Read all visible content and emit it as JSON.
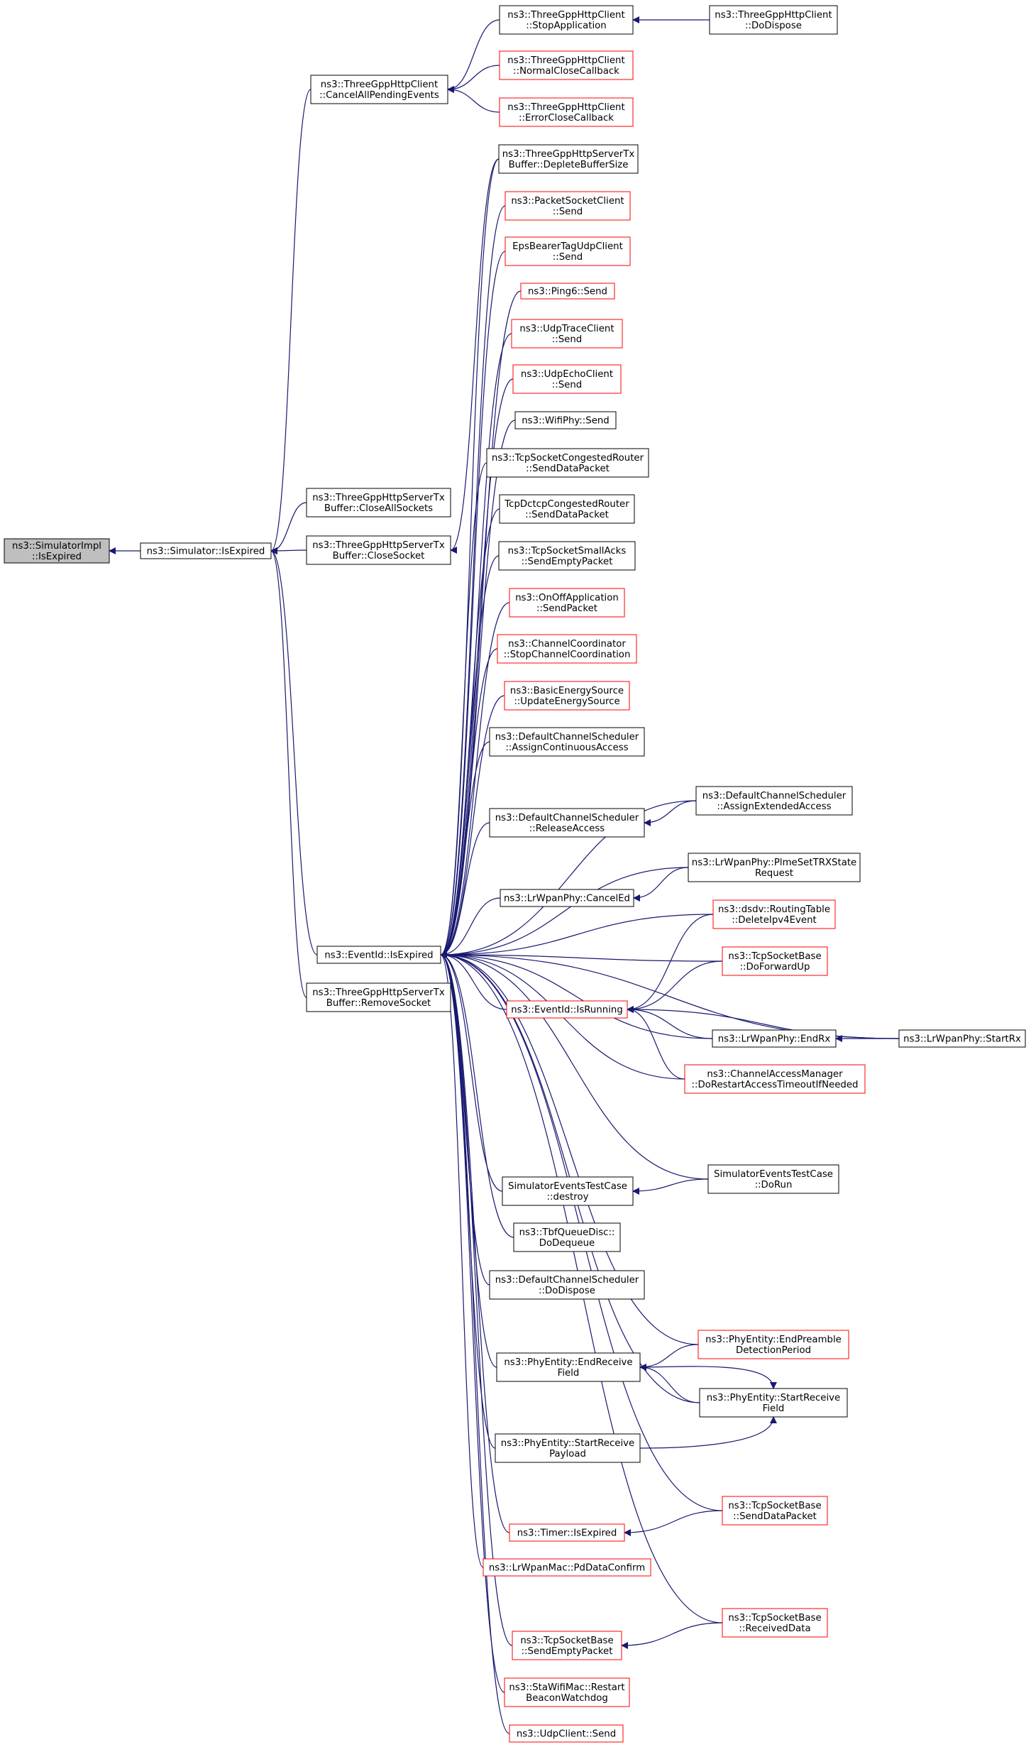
{
  "colors": {
    "edge": "#191970",
    "border_normal": "#000000",
    "border_truncated": "#ff0000",
    "root_fill": "#bfbfbf",
    "node_fill": "#ffffff"
  },
  "nodes": [
    {
      "id": "simimpl_isexpired",
      "lines": [
        "ns3::SimulatorImpl",
        "::IsExpired"
      ],
      "style": "root"
    },
    {
      "id": "simulator_isexpired",
      "lines": [
        "ns3::Simulator::IsExpired"
      ],
      "style": "normal"
    },
    {
      "id": "http_cancelall",
      "lines": [
        "ns3::ThreeGppHttpClient",
        "::CancelAllPendingEvents"
      ],
      "style": "normal"
    },
    {
      "id": "http_stopapp",
      "lines": [
        "ns3::ThreeGppHttpClient",
        "::StopApplication"
      ],
      "style": "normal"
    },
    {
      "id": "http_dodispose",
      "lines": [
        "ns3::ThreeGppHttpClient",
        "::DoDispose"
      ],
      "style": "normal"
    },
    {
      "id": "http_normalclose",
      "lines": [
        "ns3::ThreeGppHttpClient",
        "::NormalCloseCallback"
      ],
      "style": "truncated"
    },
    {
      "id": "http_errorclose",
      "lines": [
        "ns3::ThreeGppHttpClient",
        "::ErrorCloseCallback"
      ],
      "style": "truncated"
    },
    {
      "id": "srvtx_deplete",
      "lines": [
        "ns3::ThreeGppHttpServerTx",
        "Buffer::DepleteBufferSize"
      ],
      "style": "normal"
    },
    {
      "id": "pktsock_send",
      "lines": [
        "ns3::PacketSocketClient",
        "::Send"
      ],
      "style": "truncated"
    },
    {
      "id": "epsbearer_send",
      "lines": [
        "EpsBearerTagUdpClient",
        "::Send"
      ],
      "style": "truncated"
    },
    {
      "id": "ping6_send",
      "lines": [
        "ns3::Ping6::Send"
      ],
      "style": "truncated"
    },
    {
      "id": "udptrace_send",
      "lines": [
        "ns3::UdpTraceClient",
        "::Send"
      ],
      "style": "truncated"
    },
    {
      "id": "udpecho_send",
      "lines": [
        "ns3::UdpEchoClient",
        "::Send"
      ],
      "style": "truncated"
    },
    {
      "id": "wifiphy_send",
      "lines": [
        "ns3::WifiPhy::Send"
      ],
      "style": "normal"
    },
    {
      "id": "tcpcongested_senddata",
      "lines": [
        "ns3::TcpSocketCongestedRouter",
        "::SendDataPacket"
      ],
      "style": "normal"
    },
    {
      "id": "tcpdctcp_senddata",
      "lines": [
        "TcpDctcpCongestedRouter",
        "::SendDataPacket"
      ],
      "style": "normal"
    },
    {
      "id": "tcpsmallacks",
      "lines": [
        "ns3::TcpSocketSmallAcks",
        "::SendEmptyPacket"
      ],
      "style": "normal"
    },
    {
      "id": "onoff_sendpacket",
      "lines": [
        "ns3::OnOffApplication",
        "::SendPacket"
      ],
      "style": "truncated"
    },
    {
      "id": "chancoord_stop",
      "lines": [
        "ns3::ChannelCoordinator",
        "::StopChannelCoordination"
      ],
      "style": "truncated"
    },
    {
      "id": "basicenergy_update",
      "lines": [
        "ns3::BasicEnergySource",
        "::UpdateEnergySource"
      ],
      "style": "truncated"
    },
    {
      "id": "dcs_assigncontinuous",
      "lines": [
        "ns3::DefaultChannelScheduler",
        "::AssignContinuousAccess"
      ],
      "style": "normal"
    },
    {
      "id": "dcs_release",
      "lines": [
        "ns3::DefaultChannelScheduler",
        "::ReleaseAccess"
      ],
      "style": "normal"
    },
    {
      "id": "dcs_assignextended",
      "lines": [
        "ns3::DefaultChannelScheduler",
        "::AssignExtendedAccess"
      ],
      "style": "normal"
    },
    {
      "id": "lrwpan_canceled",
      "lines": [
        "ns3::LrWpanPhy::CancelEd"
      ],
      "style": "normal"
    },
    {
      "id": "lrwpan_plmeset",
      "lines": [
        "ns3::LrWpanPhy::PlmeSetTRXState",
        "Request"
      ],
      "style": "normal"
    },
    {
      "id": "srvtx_closeall",
      "lines": [
        "ns3::ThreeGppHttpServerTx",
        "Buffer::CloseAllSockets"
      ],
      "style": "normal"
    },
    {
      "id": "srvtx_closesocket",
      "lines": [
        "ns3::ThreeGppHttpServerTx",
        "Buffer::CloseSocket"
      ],
      "style": "normal"
    },
    {
      "id": "eventid_isexpired",
      "lines": [
        "ns3::EventId::IsExpired"
      ],
      "style": "normal"
    },
    {
      "id": "srvtx_removesocket",
      "lines": [
        "ns3::ThreeGppHttpServerTx",
        "Buffer::RemoveSocket"
      ],
      "style": "normal"
    },
    {
      "id": "dsdv_deleteipv4",
      "lines": [
        "ns3::dsdv::RoutingTable",
        "::DeleteIpv4Event"
      ],
      "style": "truncated"
    },
    {
      "id": "tcpbase_doforwardup",
      "lines": [
        "ns3::TcpSocketBase",
        "::DoForwardUp"
      ],
      "style": "truncated"
    },
    {
      "id": "eventid_isrunning",
      "lines": [
        "ns3::EventId::IsRunning"
      ],
      "style": "truncated"
    },
    {
      "id": "lrwpan_endrx",
      "lines": [
        "ns3::LrWpanPhy::EndRx"
      ],
      "style": "normal"
    },
    {
      "id": "lrwpan_startrx",
      "lines": [
        "ns3::LrWpanPhy::StartRx"
      ],
      "style": "normal"
    },
    {
      "id": "cam_dorestart",
      "lines": [
        "ns3::ChannelAccessManager",
        "::DoRestartAccessTimeoutIfNeeded"
      ],
      "style": "truncated"
    },
    {
      "id": "simtest_destroy",
      "lines": [
        "SimulatorEventsTestCase",
        "::destroy"
      ],
      "style": "normal"
    },
    {
      "id": "simtest_dorun",
      "lines": [
        "SimulatorEventsTestCase",
        "::DoRun"
      ],
      "style": "normal"
    },
    {
      "id": "tbf_dodequeue",
      "lines": [
        "ns3::TbfQueueDisc::",
        "DoDequeue"
      ],
      "style": "normal"
    },
    {
      "id": "dcs_dodispose",
      "lines": [
        "ns3::DefaultChannelScheduler",
        "::DoDispose"
      ],
      "style": "normal"
    },
    {
      "id": "phy_endpreamble",
      "lines": [
        "ns3::PhyEntity::EndPreamble",
        "DetectionPeriod"
      ],
      "style": "truncated"
    },
    {
      "id": "phy_endreceivefield",
      "lines": [
        "ns3::PhyEntity::EndReceive",
        "Field"
      ],
      "style": "normal"
    },
    {
      "id": "phy_startreceivefield",
      "lines": [
        "ns3::PhyEntity::StartReceive",
        "Field"
      ],
      "style": "normal"
    },
    {
      "id": "phy_startreceivepayload",
      "lines": [
        "ns3::PhyEntity::StartReceive",
        "Payload"
      ],
      "style": "normal"
    },
    {
      "id": "tcpbase_senddata",
      "lines": [
        "ns3::TcpSocketBase",
        "::SendDataPacket"
      ],
      "style": "truncated"
    },
    {
      "id": "timer_isexpired",
      "lines": [
        "ns3::Timer::IsExpired"
      ],
      "style": "truncated"
    },
    {
      "id": "lrwpanmac_pddata",
      "lines": [
        "ns3::LrWpanMac::PdDataConfirm"
      ],
      "style": "truncated"
    },
    {
      "id": "tcpbase_receiveddata",
      "lines": [
        "ns3::TcpSocketBase",
        "::ReceivedData"
      ],
      "style": "truncated"
    },
    {
      "id": "tcpbase_sendempty",
      "lines": [
        "ns3::TcpSocketBase",
        "::SendEmptyPacket"
      ],
      "style": "truncated"
    },
    {
      "id": "stawifi_restart",
      "lines": [
        "ns3::StaWifiMac::Restart",
        "BeaconWatchdog"
      ],
      "style": "truncated"
    },
    {
      "id": "udpclient_send",
      "lines": [
        "ns3::UdpClient::Send"
      ],
      "style": "truncated"
    }
  ],
  "edges": [
    [
      "simulator_isexpired",
      "simimpl_isexpired"
    ],
    [
      "http_cancelall",
      "simulator_isexpired"
    ],
    [
      "srvtx_closeall",
      "simulator_isexpired"
    ],
    [
      "srvtx_closesocket",
      "simulator_isexpired"
    ],
    [
      "eventid_isexpired",
      "simulator_isexpired"
    ],
    [
      "srvtx_removesocket",
      "simulator_isexpired"
    ],
    [
      "http_stopapp",
      "http_cancelall"
    ],
    [
      "http_normalclose",
      "http_cancelall"
    ],
    [
      "http_errorclose",
      "http_cancelall"
    ],
    [
      "http_dodispose",
      "http_stopapp"
    ],
    [
      "srvtx_deplete",
      "srvtx_closesocket"
    ],
    [
      "srvtx_deplete",
      "eventid_isexpired"
    ],
    [
      "pktsock_send",
      "eventid_isexpired"
    ],
    [
      "epsbearer_send",
      "eventid_isexpired"
    ],
    [
      "ping6_send",
      "eventid_isexpired"
    ],
    [
      "udptrace_send",
      "eventid_isexpired"
    ],
    [
      "udpecho_send",
      "eventid_isexpired"
    ],
    [
      "wifiphy_send",
      "eventid_isexpired"
    ],
    [
      "tcpcongested_senddata",
      "eventid_isexpired"
    ],
    [
      "tcpdctcp_senddata",
      "eventid_isexpired"
    ],
    [
      "tcpsmallacks",
      "eventid_isexpired"
    ],
    [
      "onoff_sendpacket",
      "eventid_isexpired"
    ],
    [
      "chancoord_stop",
      "eventid_isexpired"
    ],
    [
      "basicenergy_update",
      "eventid_isexpired"
    ],
    [
      "dcs_assigncontinuous",
      "eventid_isexpired"
    ],
    [
      "dcs_release",
      "eventid_isexpired"
    ],
    [
      "dcs_assignextended",
      "eventid_isexpired"
    ],
    [
      "dcs_assignextended",
      "dcs_release"
    ],
    [
      "lrwpan_canceled",
      "eventid_isexpired"
    ],
    [
      "lrwpan_plmeset",
      "eventid_isexpired"
    ],
    [
      "lrwpan_plmeset",
      "lrwpan_canceled"
    ],
    [
      "dsdv_deleteipv4",
      "eventid_isexpired"
    ],
    [
      "tcpbase_doforwardup",
      "eventid_isexpired"
    ],
    [
      "eventid_isrunning",
      "eventid_isexpired"
    ],
    [
      "dsdv_deleteipv4",
      "eventid_isrunning"
    ],
    [
      "tcpbase_doforwardup",
      "eventid_isrunning"
    ],
    [
      "lrwpan_endrx",
      "eventid_isrunning"
    ],
    [
      "lrwpan_startrx",
      "eventid_isrunning"
    ],
    [
      "cam_dorestart",
      "eventid_isrunning"
    ],
    [
      "lrwpan_endrx",
      "eventid_isexpired"
    ],
    [
      "lrwpan_startrx",
      "lrwpan_endrx"
    ],
    [
      "cam_dorestart",
      "eventid_isexpired"
    ],
    [
      "lrwpan_startrx",
      "eventid_isexpired"
    ],
    [
      "simtest_destroy",
      "eventid_isexpired"
    ],
    [
      "simtest_dorun",
      "eventid_isexpired"
    ],
    [
      "simtest_dorun",
      "simtest_destroy"
    ],
    [
      "tbf_dodequeue",
      "eventid_isexpired"
    ],
    [
      "dcs_dodispose",
      "eventid_isexpired"
    ],
    [
      "phy_endpreamble",
      "eventid_isexpired"
    ],
    [
      "phy_endpreamble",
      "phy_endreceivefield"
    ],
    [
      "phy_endreceivefield",
      "eventid_isexpired"
    ],
    [
      "phy_startreceivefield",
      "phy_endreceivefield"
    ],
    [
      "phy_endreceivefield",
      "phy_startreceivefield"
    ],
    [
      "phy_startreceivefield",
      "eventid_isexpired"
    ],
    [
      "phy_startreceivepayload",
      "eventid_isexpired"
    ],
    [
      "phy_startreceivepayload",
      "phy_startreceivefield"
    ],
    [
      "tcpbase_senddata",
      "eventid_isexpired"
    ],
    [
      "tcpbase_senddata",
      "timer_isexpired"
    ],
    [
      "timer_isexpired",
      "eventid_isexpired"
    ],
    [
      "lrwpanmac_pddata",
      "eventid_isexpired"
    ],
    [
      "tcpbase_receiveddata",
      "eventid_isexpired"
    ],
    [
      "tcpbase_receiveddata",
      "tcpbase_sendempty"
    ],
    [
      "tcpbase_sendempty",
      "eventid_isexpired"
    ],
    [
      "stawifi_restart",
      "eventid_isexpired"
    ],
    [
      "udpclient_send",
      "eventid_isexpired"
    ]
  ]
}
